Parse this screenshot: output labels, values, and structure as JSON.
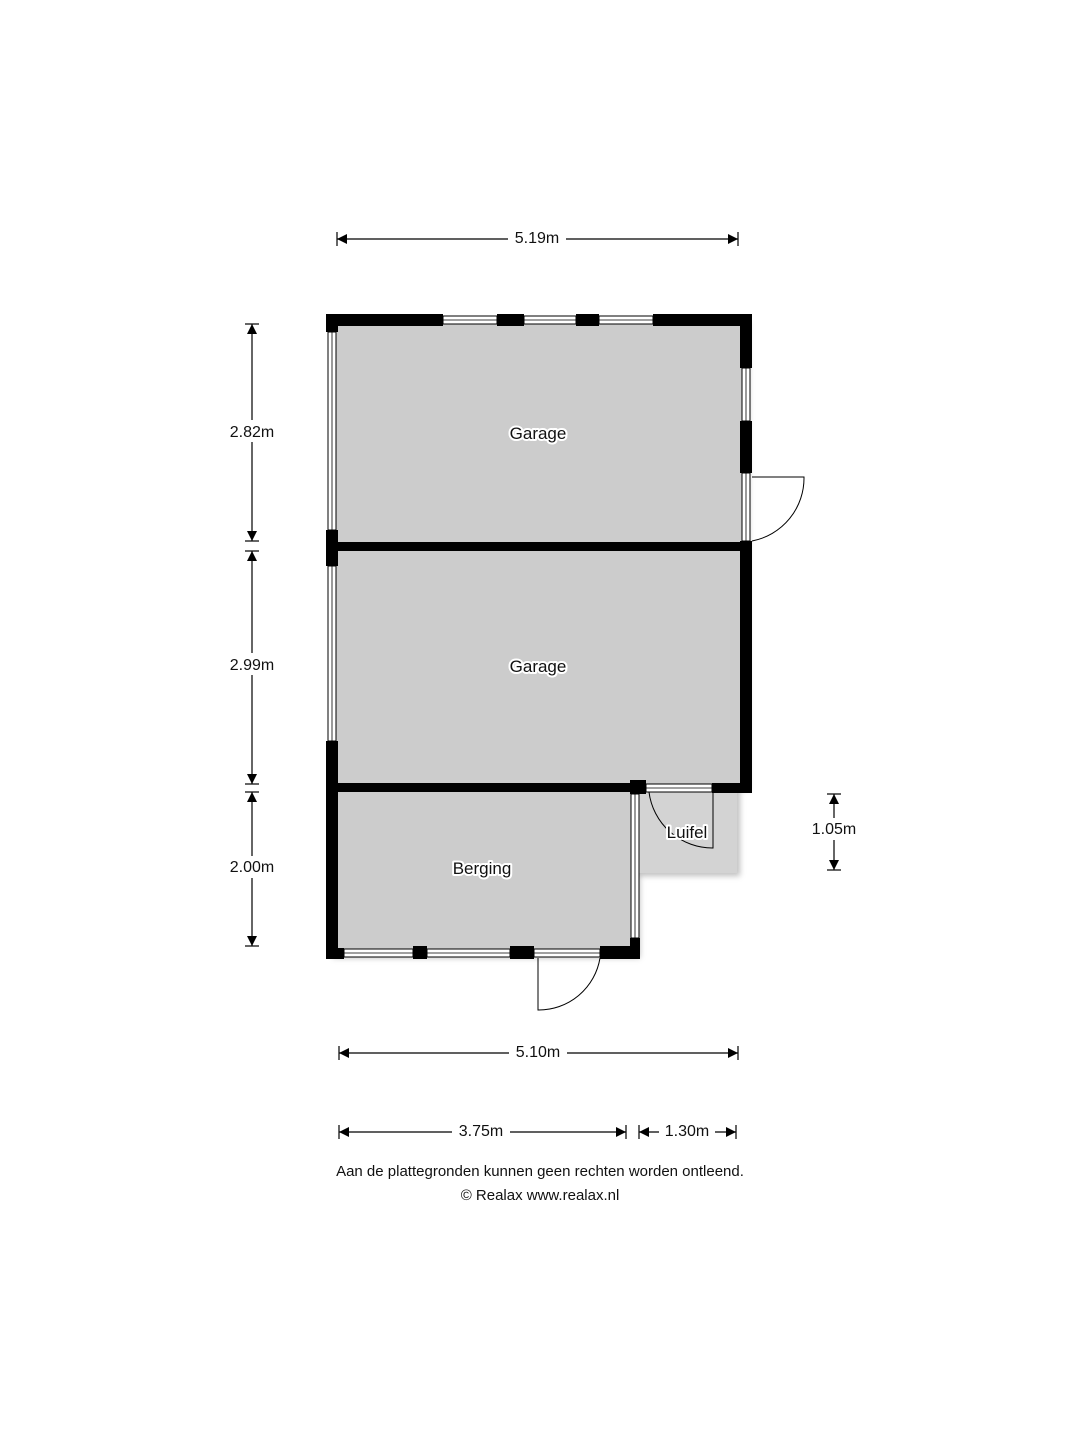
{
  "rooms": {
    "garage_top": "Garage",
    "garage_middle": "Garage",
    "berging": "Berging",
    "luifel": "Luifel"
  },
  "dimensions": {
    "top_width": "5.19m",
    "left_garage_top": "2.82m",
    "left_garage_middle": "2.99m",
    "left_berging": "2.00m",
    "right_luifel": "1.05m",
    "bottom_width": "5.10m",
    "bottom_left": "3.75m",
    "bottom_right": "1.30m"
  },
  "footer": {
    "disclaimer": "Aan de plattegronden kunnen geen rechten worden ontleend.",
    "copyright": "© Realax www.realax.nl"
  },
  "colors": {
    "floor": "#cccccc",
    "luifel_floor": "#d3d3d3",
    "wall": "#000000"
  }
}
